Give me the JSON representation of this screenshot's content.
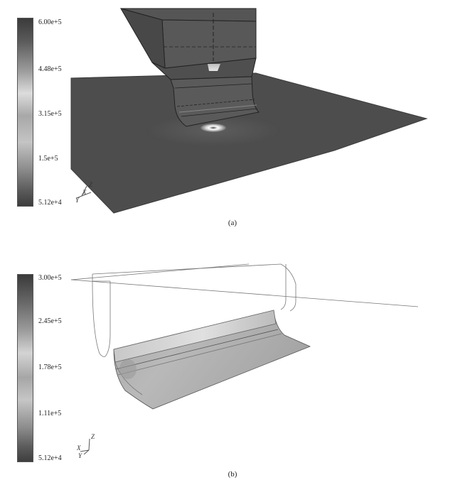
{
  "panel_a": {
    "colorbar": {
      "ticks": [
        "6.00e+5",
        "4.48e+5",
        "3.15e+5",
        "1.5e+5",
        "5.12e+4"
      ]
    },
    "triad": {
      "z": "Z",
      "x": "X",
      "y": "Y"
    },
    "caption": "(a)"
  },
  "panel_b": {
    "colorbar": {
      "ticks": [
        "3.00e+5",
        "2.45e+5",
        "1.78e+5",
        "1.11e+5",
        "5.12e+4"
      ]
    },
    "triad": {
      "z": "Z",
      "x": "X",
      "y": "Y"
    },
    "caption": "(b)"
  }
}
